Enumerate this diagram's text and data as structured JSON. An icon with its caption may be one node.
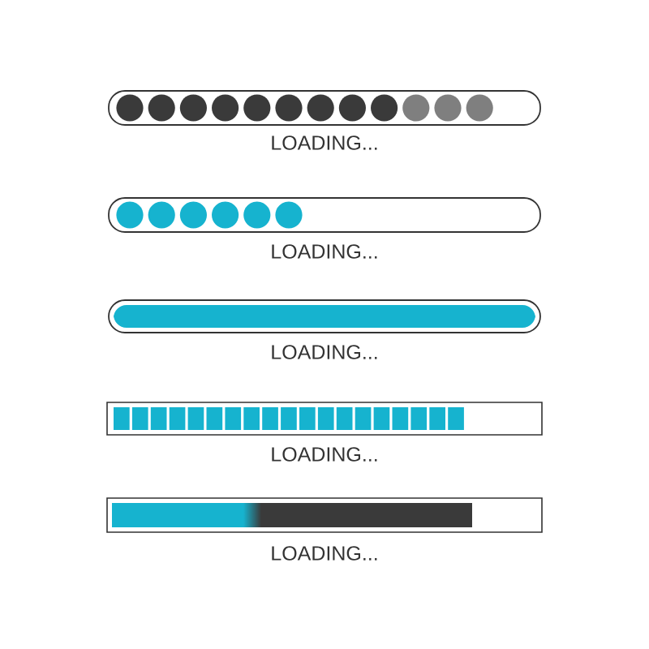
{
  "diagram": {
    "labels": [
      "LOADING...",
      "LOADING...",
      "LOADING...",
      "LOADING...",
      "LOADING..."
    ]
  }
}
